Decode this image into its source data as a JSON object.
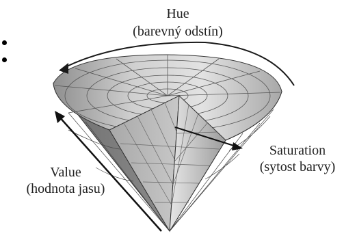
{
  "bullets": [
    "•",
    "•"
  ],
  "hue": {
    "title": "Hue",
    "subtitle": "(barevný odstín)"
  },
  "saturation": {
    "title": "Saturation",
    "subtitle": "(sytost barvy)"
  },
  "value": {
    "title": "Value",
    "subtitle": "(hodnota jasu)"
  },
  "colors": {
    "ink": "#222222",
    "cone_light": "#d8d8d8",
    "cone_mid": "#9a9a9a",
    "cone_dark": "#3a3a3a"
  }
}
